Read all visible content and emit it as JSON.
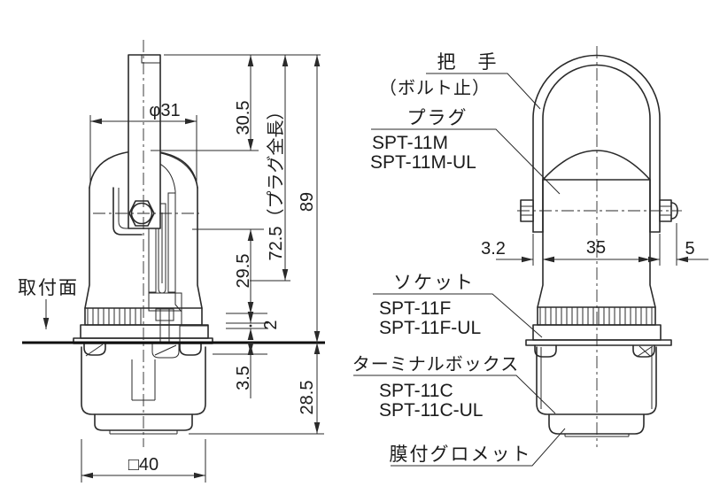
{
  "drawing": {
    "background": "#ffffff",
    "line_color": "#2a2a2a"
  },
  "left_view": {
    "mount_label": "取付面",
    "dims": {
      "diameter": "φ31",
      "top_to_plug": "30.5",
      "plug_length": "72.5（プラグ全長）",
      "overall": "89",
      "insert_depth": "29.5",
      "panel_gap": "2",
      "under_flange": "3.5",
      "below_panel": "28.5",
      "box_width": "□40"
    }
  },
  "right_view": {
    "dims": {
      "bail_thickness": "3.2",
      "body_width": "35",
      "bolt_protrusion": "5"
    },
    "labels": {
      "handle": "把　手",
      "handle_note": "（ボルト止）",
      "plug": "プラグ",
      "plug_model": "SPT-11M",
      "plug_model_ul": "SPT-11M-UL",
      "socket": "ソケット",
      "socket_model": "SPT-11F",
      "socket_model_ul": "SPT-11F-UL",
      "terminal_box": "ターミナルボックス",
      "terminal_model": "SPT-11C",
      "terminal_model_ul": "SPT-11C-UL",
      "grommet": "膜付グロメット"
    }
  }
}
